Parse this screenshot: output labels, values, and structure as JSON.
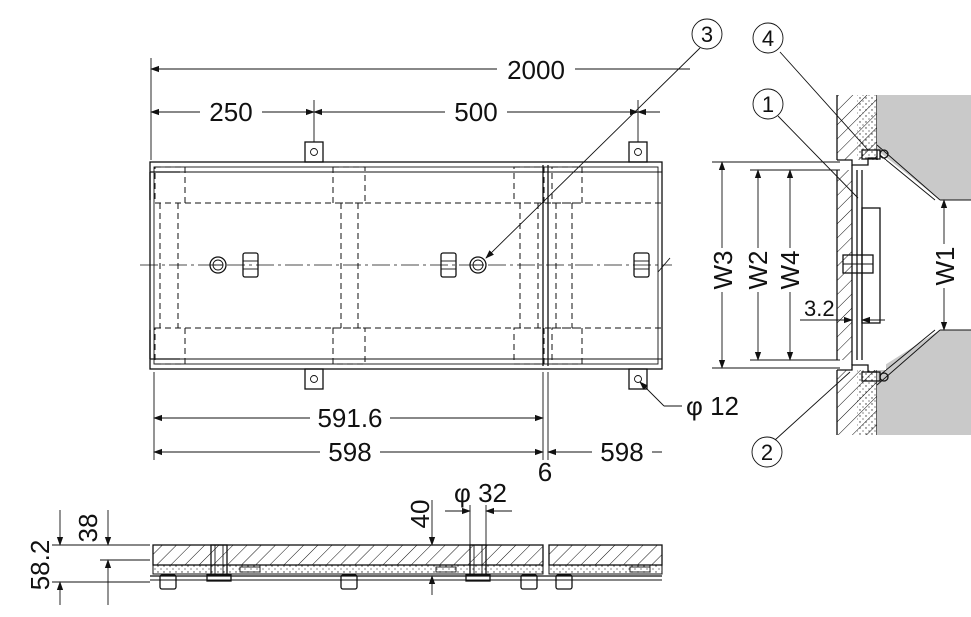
{
  "dimensions": {
    "overall_length": "2000",
    "pitch_first": "250",
    "pitch_spacing": "500",
    "grating_inner": "591.6",
    "grating_length": "598",
    "grating_length_next": "598",
    "gap": "6",
    "bolt_hole_dia": "φ 12",
    "side_thickness": "3.2",
    "section_height_total": "58.2",
    "section_height_grating": "38",
    "section_depth_center": "40",
    "hole_dia": "φ 32"
  },
  "width_labels": {
    "w1": "W1",
    "w2": "W2",
    "w3": "W3",
    "w4": "W4"
  },
  "part_callouts": {
    "p1": "1",
    "p2": "2",
    "p3": "3",
    "p4": "4"
  }
}
